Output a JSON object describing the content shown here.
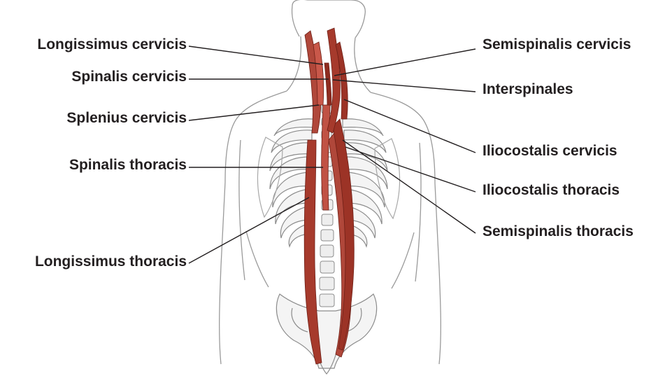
{
  "labels": {
    "longissimus_cervicis": "Longissimus cervicis",
    "spinalis_cervicis": "Spinalis cervicis",
    "splenius_cervicis": "Splenius cervicis",
    "spinalis_thoracis": "Spinalis thoracis",
    "longissimus_thoracis": "Longissimus thoracis",
    "semispinalis_cervicis": "Semispinalis cervicis",
    "interspinales": "Interspinales",
    "iliocostalis_cervicis": "Iliocostalis cervicis",
    "iliocostalis_thoracis": "Iliocostalis thoracis",
    "semispinalis_thoracis": "Semispinalis thoracis"
  },
  "colors": {
    "muscle": "#a63a2c",
    "muscle_dark": "#6e1f16",
    "muscle_light": "#c9584a",
    "outline": "#9a9a9a",
    "bone_fill": "#f2f2f2",
    "leader_line": "#231f20"
  }
}
